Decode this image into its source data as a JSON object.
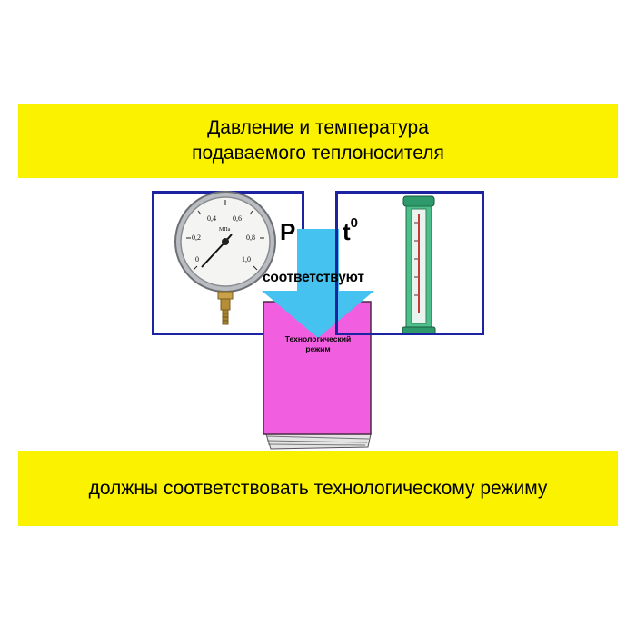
{
  "header": {
    "line1": "Давление и температура",
    "line2": "подаваемого теплоносителя"
  },
  "labels": {
    "pressure_symbol": "P",
    "temperature_symbol": "t",
    "temperature_superscript": "0",
    "arrow_label": "соответствуют"
  },
  "book": {
    "title_line1": "Технологический",
    "title_line2": "режим"
  },
  "footer": {
    "text": "должны соответствовать технологическому режиму"
  },
  "gauge": {
    "scale_labels": [
      "0",
      "0,2",
      "0,4",
      "0,6",
      "0,8",
      "1,0"
    ],
    "unit": "МПа"
  },
  "colors": {
    "banner": "#fbf200",
    "frame_border": "#1c23a3",
    "arrow": "#45c2f0",
    "book": "#f25ee0"
  }
}
